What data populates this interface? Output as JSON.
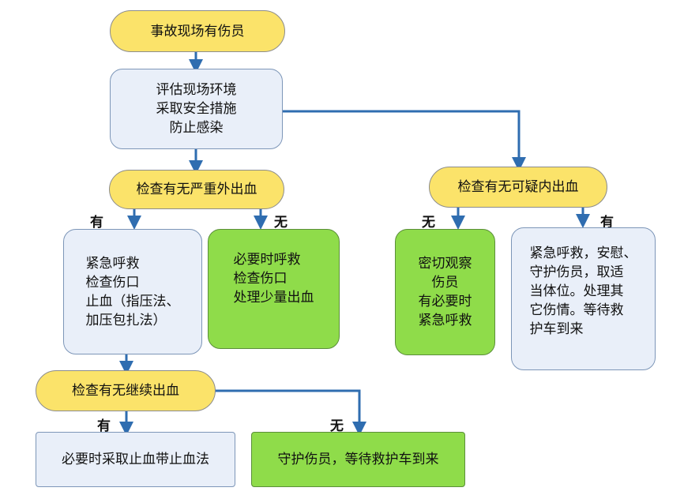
{
  "nodes": {
    "start": "事故现场有伤员",
    "assess": [
      "评估现场环境",
      "采取安全措施",
      "防止感染"
    ],
    "check_external": "检查有无严重外出血",
    "check_internal": "检查有无可疑内出血",
    "ext_yes": [
      "紧急呼救",
      "检查伤口",
      "止血（指压法、",
      "加压包扎法）"
    ],
    "ext_no": [
      "必要时呼救",
      "检查伤口",
      "处理少量出血"
    ],
    "int_no": [
      "密切观察",
      "伤员",
      "有必要时",
      "紧急呼救"
    ],
    "int_yes": [
      "紧急呼救，安慰、",
      "守护伤员，取适",
      "当体位。处理其",
      "它伤情。等待救",
      "护车到来"
    ],
    "check_continue": "检查有无继续出血",
    "cont_yes": "必要时采取止血带止血法",
    "cont_no": "守护伤员，等待救护车到来"
  },
  "labels": {
    "ext_yes": "有",
    "ext_no": "无",
    "int_no": "无",
    "int_yes": "有",
    "cont_yes": "有",
    "cont_no": "无"
  },
  "colors": {
    "arrow": "#2f6db0",
    "decision_fill": "#fbe36a",
    "info_fill": "#e9eff9",
    "action_fill": "#8fdc4a"
  }
}
